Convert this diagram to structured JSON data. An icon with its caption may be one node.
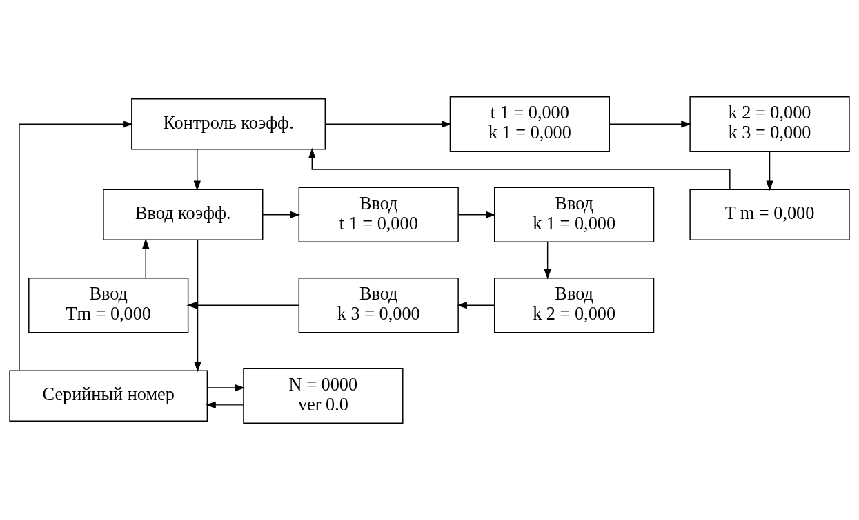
{
  "diagram": {
    "nodes": [
      {
        "text": [
          "Контроль коэфф."
        ]
      },
      {
        "text": [
          "t 1 = 0,000",
          "k 1 = 0,000"
        ]
      },
      {
        "text": [
          "k 2 = 0,000",
          "k 3 = 0,000"
        ]
      },
      {
        "text": [
          "T m = 0,000"
        ]
      },
      {
        "text": [
          "Ввод коэфф."
        ]
      },
      {
        "text": [
          "Ввод",
          "t 1 = 0,000"
        ]
      },
      {
        "text": [
          "Ввод",
          "k 1 = 0,000"
        ]
      },
      {
        "text": [
          "Ввод",
          "k 2 = 0,000"
        ]
      },
      {
        "text": [
          "Ввод",
          "k 3 = 0,000"
        ]
      },
      {
        "text": [
          "Ввод",
          "Tm = 0,000"
        ]
      },
      {
        "text": [
          "Серийный номер"
        ]
      },
      {
        "text": [
          "N = 0000",
          "ver 0.0"
        ]
      }
    ],
    "edges": [
      {
        "from": 0,
        "to": 1,
        "arrow": "to"
      },
      {
        "from": 1,
        "to": 2,
        "arrow": "to"
      },
      {
        "from": 2,
        "to": 3,
        "arrow": "to"
      },
      {
        "from": 3,
        "to": 0,
        "arrow": "to"
      },
      {
        "from": 0,
        "to": 4,
        "arrow": "to"
      },
      {
        "from": 4,
        "to": 5,
        "arrow": "to"
      },
      {
        "from": 5,
        "to": 6,
        "arrow": "to"
      },
      {
        "from": 6,
        "to": 7,
        "arrow": "to"
      },
      {
        "from": 7,
        "to": 8,
        "arrow": "to"
      },
      {
        "from": 8,
        "to": 9,
        "arrow": "to"
      },
      {
        "from": 9,
        "to": 4,
        "arrow": "to"
      },
      {
        "from": 4,
        "to": 10,
        "arrow": "to"
      },
      {
        "from": 10,
        "to": 11,
        "arrow": "to"
      },
      {
        "from": 11,
        "to": 10,
        "arrow": "to"
      },
      {
        "from": 10,
        "to": 0,
        "arrow": "to"
      }
    ]
  }
}
